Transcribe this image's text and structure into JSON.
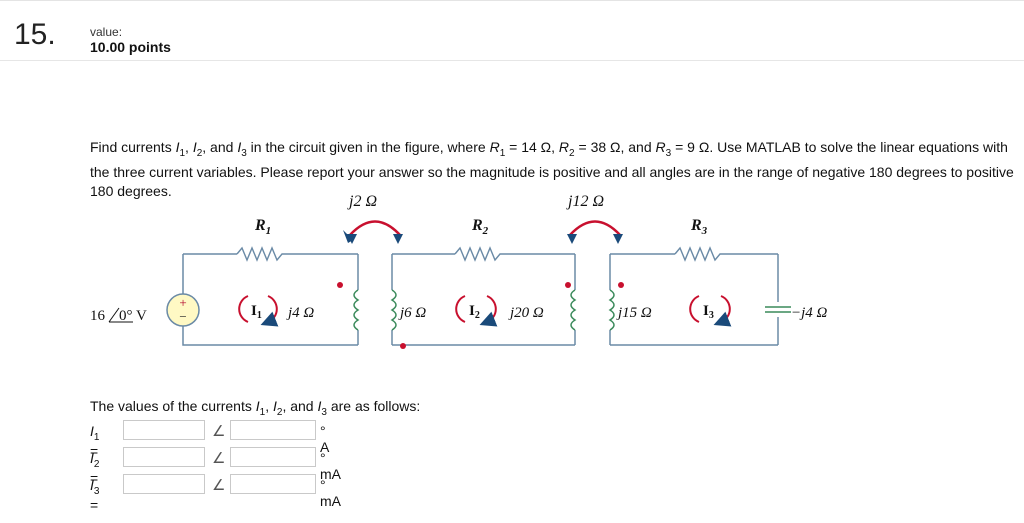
{
  "question": {
    "number": "15.",
    "value_label": "value:",
    "points": "10.00 points",
    "text_parts": {
      "p1": "Find currents ",
      "I": "I",
      "sub1": "1",
      "sep1": ", ",
      "sub2": "2",
      "sep2": ", and ",
      "sub3": "3",
      "p2": " in the circuit given in the figure, where ",
      "R": "R",
      "r1": " = 14 Ω, ",
      "r2": " = 38 Ω, and ",
      "r3": " = 9 Ω. Use MATLAB to solve the linear equations with the three current variables. Please report your answer so the magnitude is positive and all angles are in the range of negative 180 degrees to positive 180 degrees."
    }
  },
  "circuit": {
    "source": "16",
    "source_angle": "0° V",
    "plus": "+",
    "minus": "−",
    "R1": "R",
    "R1_sub": "1",
    "R2": "R",
    "R2_sub": "2",
    "R3": "R",
    "R3_sub": "3",
    "j2": "j2 Ω",
    "j12": "j12 Ω",
    "j4": "j4 Ω",
    "j6": "j6 Ω",
    "j20": "j20 Ω",
    "j15": "j15 Ω",
    "mj4": "−j4 Ω",
    "I": "I",
    "I1_sub": "1",
    "I2_sub": "2",
    "I3_sub": "3"
  },
  "answers": {
    "intro_pre": "The values of the currents ",
    "intro_sep1": ", ",
    "intro_sep2": ", and ",
    "intro_post": " are as follows:",
    "I": "I",
    "eq": " =",
    "angle_symbol": "∠",
    "rows": [
      {
        "sub": "1",
        "unit": "° A"
      },
      {
        "sub": "2",
        "unit": "° mA"
      },
      {
        "sub": "3",
        "unit": "° mA"
      }
    ]
  }
}
